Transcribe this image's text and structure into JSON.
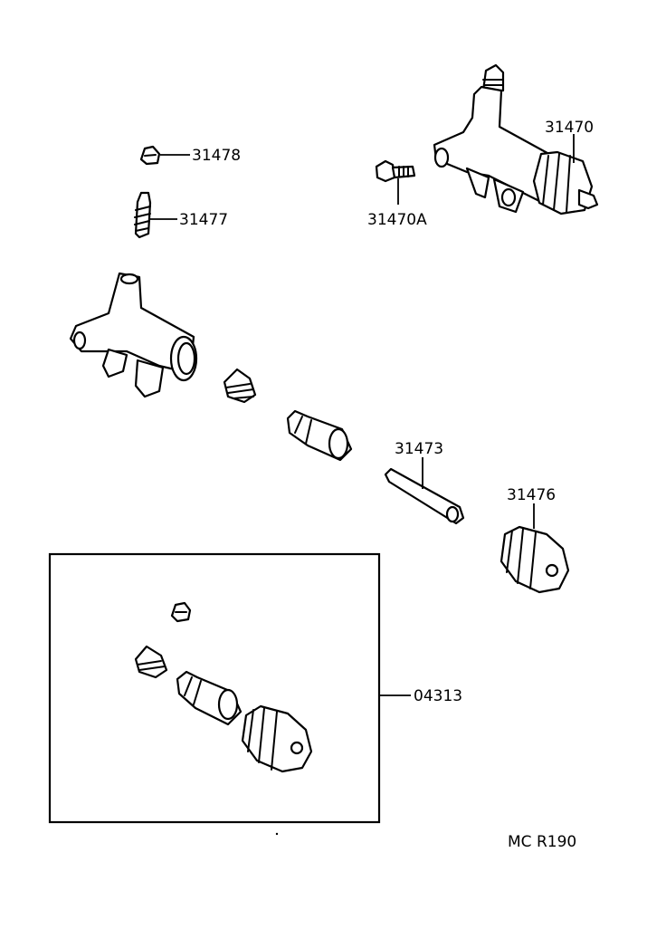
{
  "labels": {
    "p31478": "31478",
    "p31477": "31477",
    "p31470A": "31470A",
    "p31470": "31470",
    "p31473": "31473",
    "p31476": "31476",
    "p04313": "04313",
    "code": "MC R190"
  }
}
